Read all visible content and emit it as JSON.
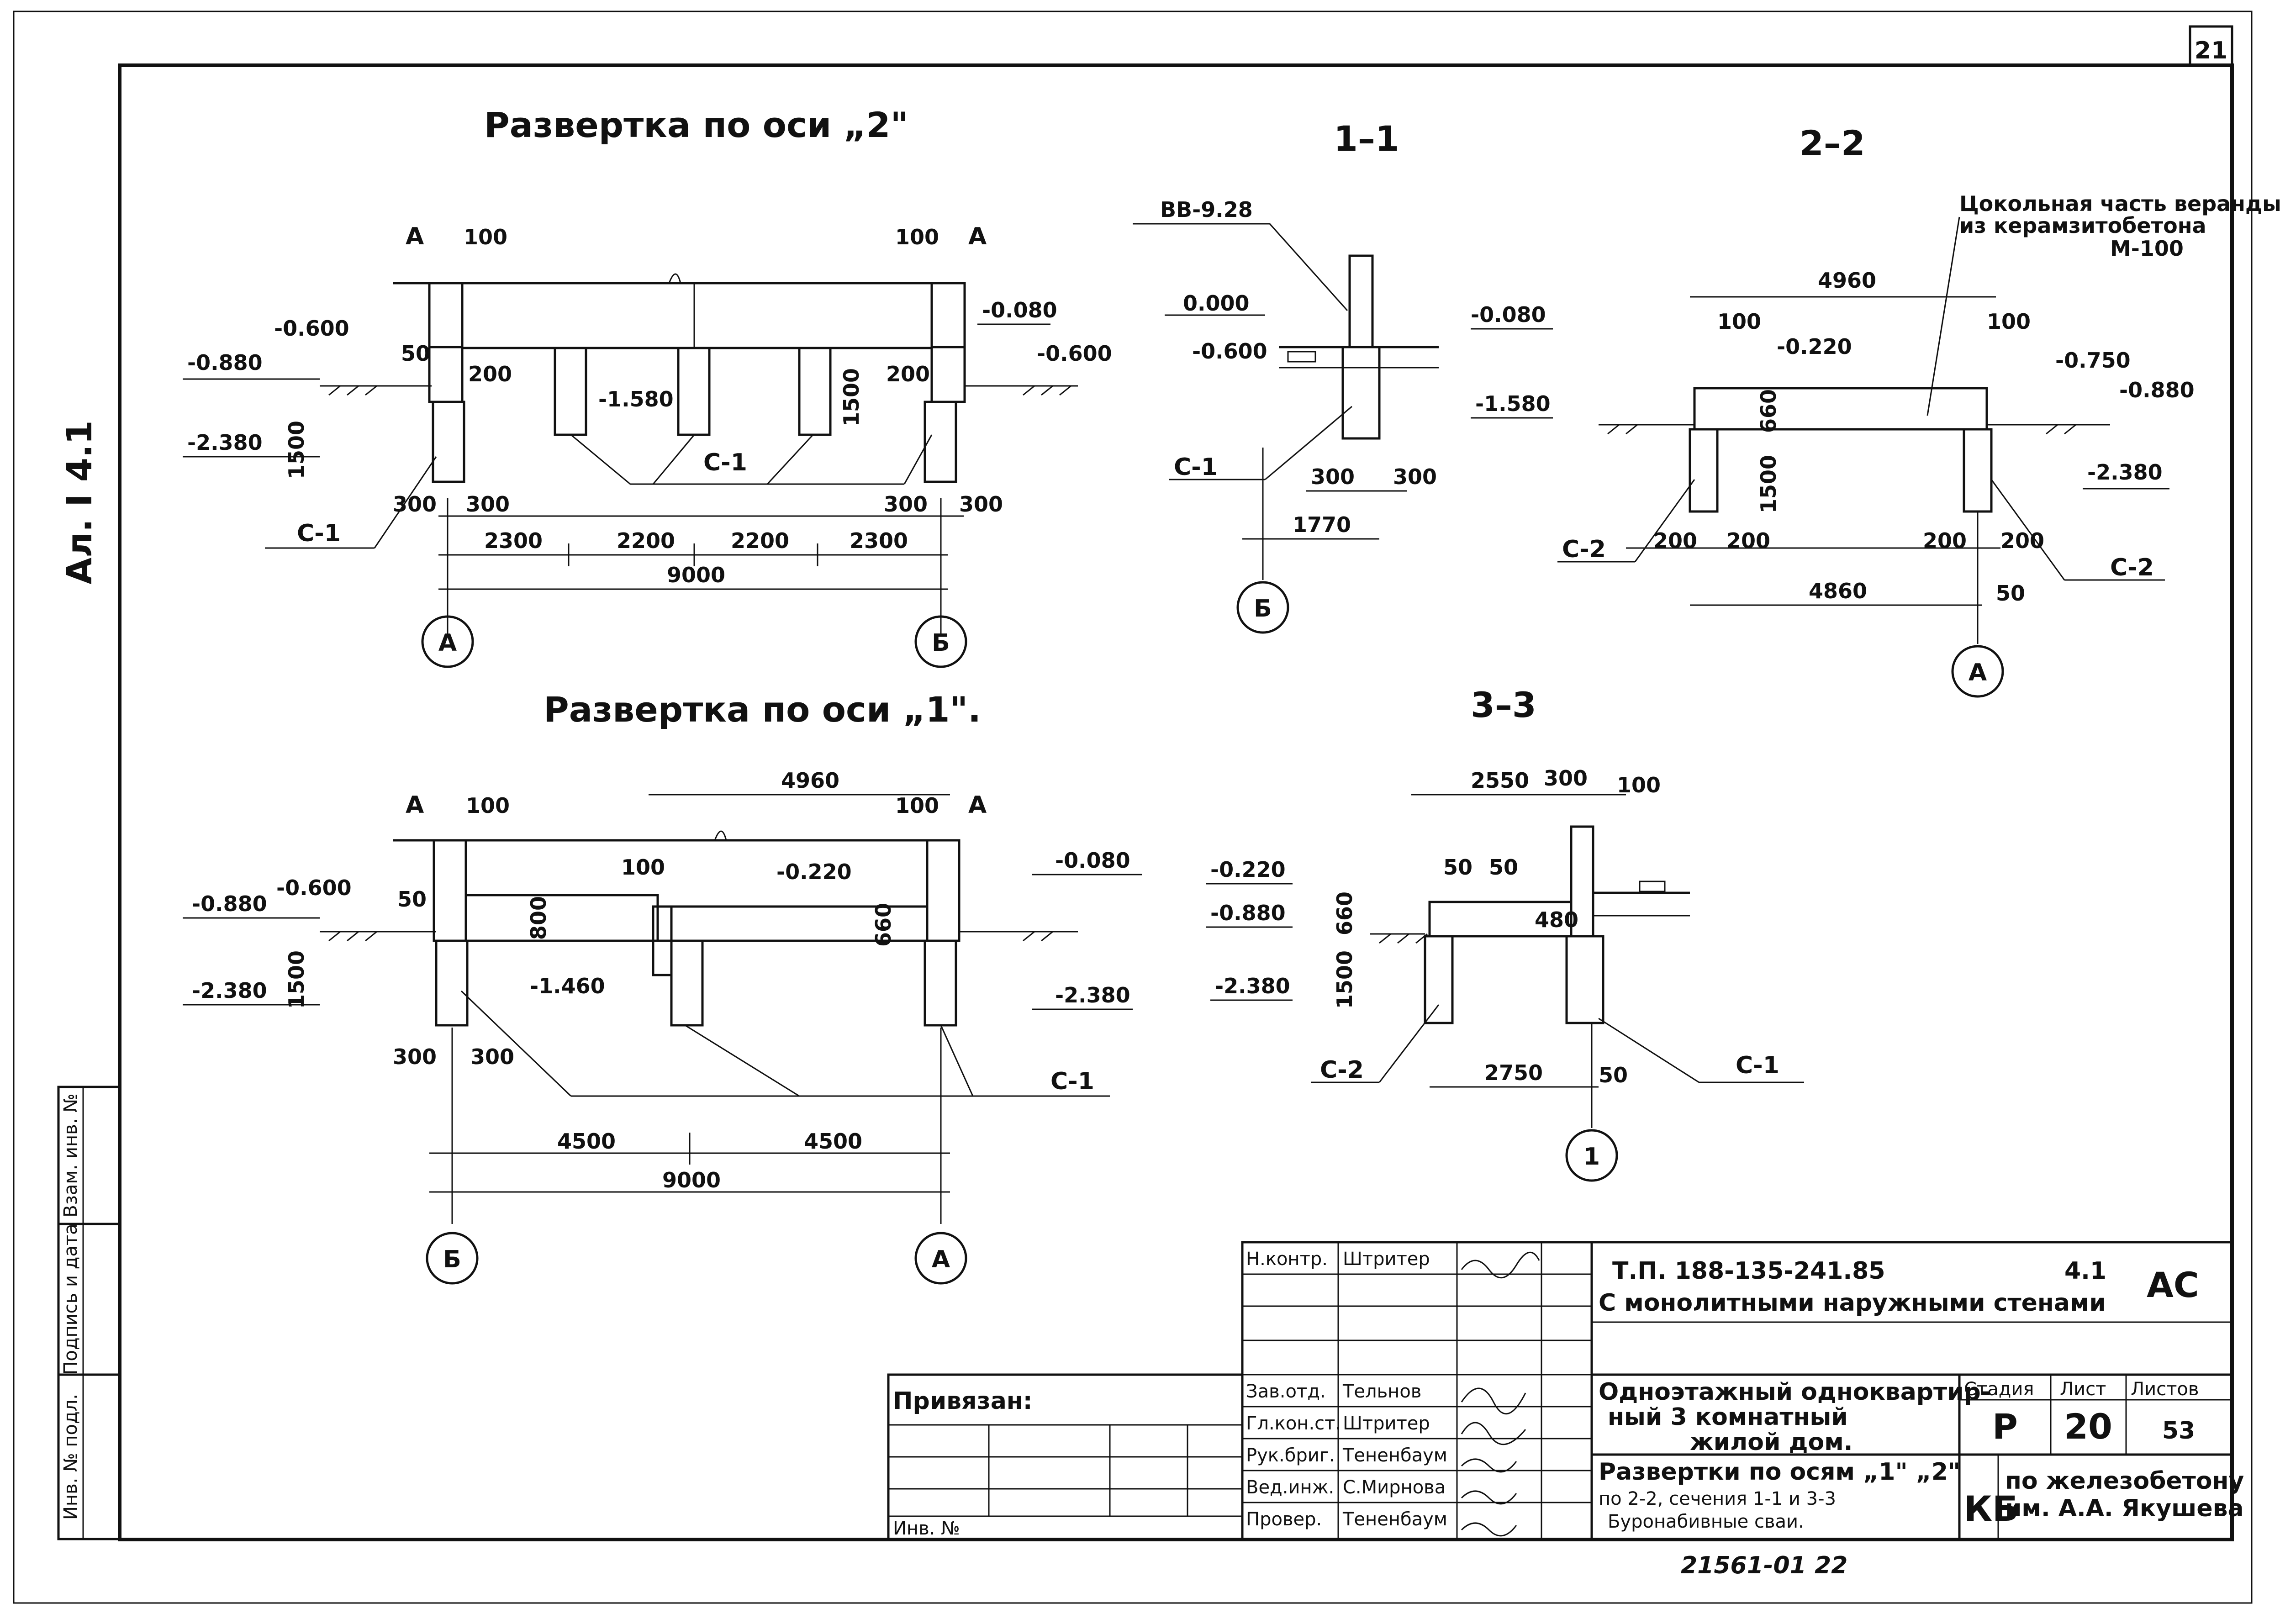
{
  "sheet_number": "21",
  "side_label": "Ал. I 4.1",
  "views": {
    "elev_axis2": {
      "title": "Развертка по оси „2\"",
      "axis_a": "А",
      "axis_b": "Б",
      "axis_a_letter": "A",
      "dims": {
        "d100a": "100",
        "d100b": "100",
        "d50": "50",
        "d200a": "200",
        "d200b": "200",
        "d1500a": "1500",
        "d1500b": "1500",
        "d300a": "300",
        "d300b": "300",
        "d300c": "300",
        "d300d": "300",
        "d2300a": "2300",
        "d2200a": "2200",
        "d2200b": "2200",
        "d2300b": "2300",
        "d9000": "9000"
      },
      "levels": {
        "l1": "-0.600",
        "l2": "-0.880",
        "l3": "-2.380",
        "l4": "-0.080",
        "l5": "-0.600",
        "l6": "-1.580"
      },
      "marks": {
        "c1a": "С-1",
        "c1b": "С-1"
      }
    },
    "sec11": {
      "title": "1–1",
      "bb": "ВВ-9.28",
      "levels": {
        "l0": "0.000",
        "l1": "-0.600",
        "l2": "-0.080",
        "l3": "-1.580"
      },
      "dims": {
        "d300a": "300",
        "d300b": "300",
        "d1770": "1770"
      },
      "mark": "С-1",
      "axis": "Б"
    },
    "sec22": {
      "title": "2–2",
      "note1": "Цокольная часть веранды",
      "note2": "из керамзитобетона",
      "note3": "М-100",
      "dims": {
        "d4960": "4960",
        "d100a": "100",
        "d100b": "100",
        "d660": "660",
        "d1500": "1500",
        "d200a": "200",
        "d200b": "200",
        "d200c": "200",
        "d200d": "200",
        "d4860": "4860",
        "d50": "50"
      },
      "levels": {
        "l1": "-0.220",
        "l2": "-0.750",
        "l3": "-0.880",
        "l4": "-2.380"
      },
      "marks": {
        "c2a": "С-2",
        "c2b": "С-2"
      },
      "axis": "А"
    },
    "elev_axis1": {
      "title": "Развертка по оси „1\".",
      "axis_a": "А",
      "axis_b": "Б",
      "axis_a_letter": "A",
      "dims": {
        "d100a": "100",
        "d4960": "4960",
        "d100b": "100",
        "d100c": "100",
        "d50": "50",
        "d800": "800",
        "d660": "660",
        "d1500": "1500",
        "d300a": "300",
        "d300b": "300",
        "d4500a": "4500",
        "d4500b": "4500",
        "d9000": "9000"
      },
      "levels": {
        "l1": "-0.600",
        "l2": "-0.880",
        "l3": "-2.380",
        "l4": "-0.220",
        "l5": "-0.080",
        "l6": "-1.460",
        "l7": "-2.380"
      },
      "mark": "С-1"
    },
    "sec33": {
      "title": "3–3",
      "dims": {
        "d2550": "2550",
        "d300": "300",
        "d100": "100",
        "d50a": "50",
        "d50b": "50",
        "d660": "660",
        "d480": "480",
        "d1500": "1500",
        "d2750": "2750",
        "d50c": "50"
      },
      "levels": {
        "l1": "-0.220",
        "l2": "-0.880",
        "l3": "-2.380"
      },
      "marks": {
        "c2": "С-2",
        "c1": "С-1"
      },
      "axis": "1"
    }
  },
  "title_block": {
    "project_code": "Т.П. 188-135-241.85",
    "section_no": "4.1",
    "stamp": "АС",
    "subtitle": "С монолитными наружными стенами",
    "object": [
      "Одноэтажный одноквартир-",
      "ный 3 комнатный",
      "жилой дом."
    ],
    "drawing": [
      "Развертки по осям „1\" „2\"",
      "по 2-2, сечения 1-1 и 3-3",
      "Буронабивные сваи."
    ],
    "stage_h": "Стадия",
    "sheet_h": "Лист",
    "sheets_h": "Листов",
    "stage": "Р",
    "sheet": "20",
    "sheets": "53",
    "org_code": "КБ",
    "org": [
      "по железобетону",
      "им. А.А. Якушева"
    ],
    "tied_label": "Привязан:",
    "inv_label": "Инв. №",
    "roles": [
      "Н.контр.",
      "",
      "",
      "Зав.отд.",
      "Гл.кон.ст.",
      "Рук.бриг.",
      "Вед.инж.",
      "Провер."
    ],
    "names": [
      "Штритер",
      "",
      "",
      "Тельнов",
      "Штритер",
      "Тененбаум",
      "С.Мирнова",
      "Тененбаум"
    ],
    "footer": "21561-01   22"
  },
  "side_stamp": {
    "c1": "Инв. № подл.",
    "c2": "Подпись и дата",
    "c3": "Взам. инв. №"
  }
}
